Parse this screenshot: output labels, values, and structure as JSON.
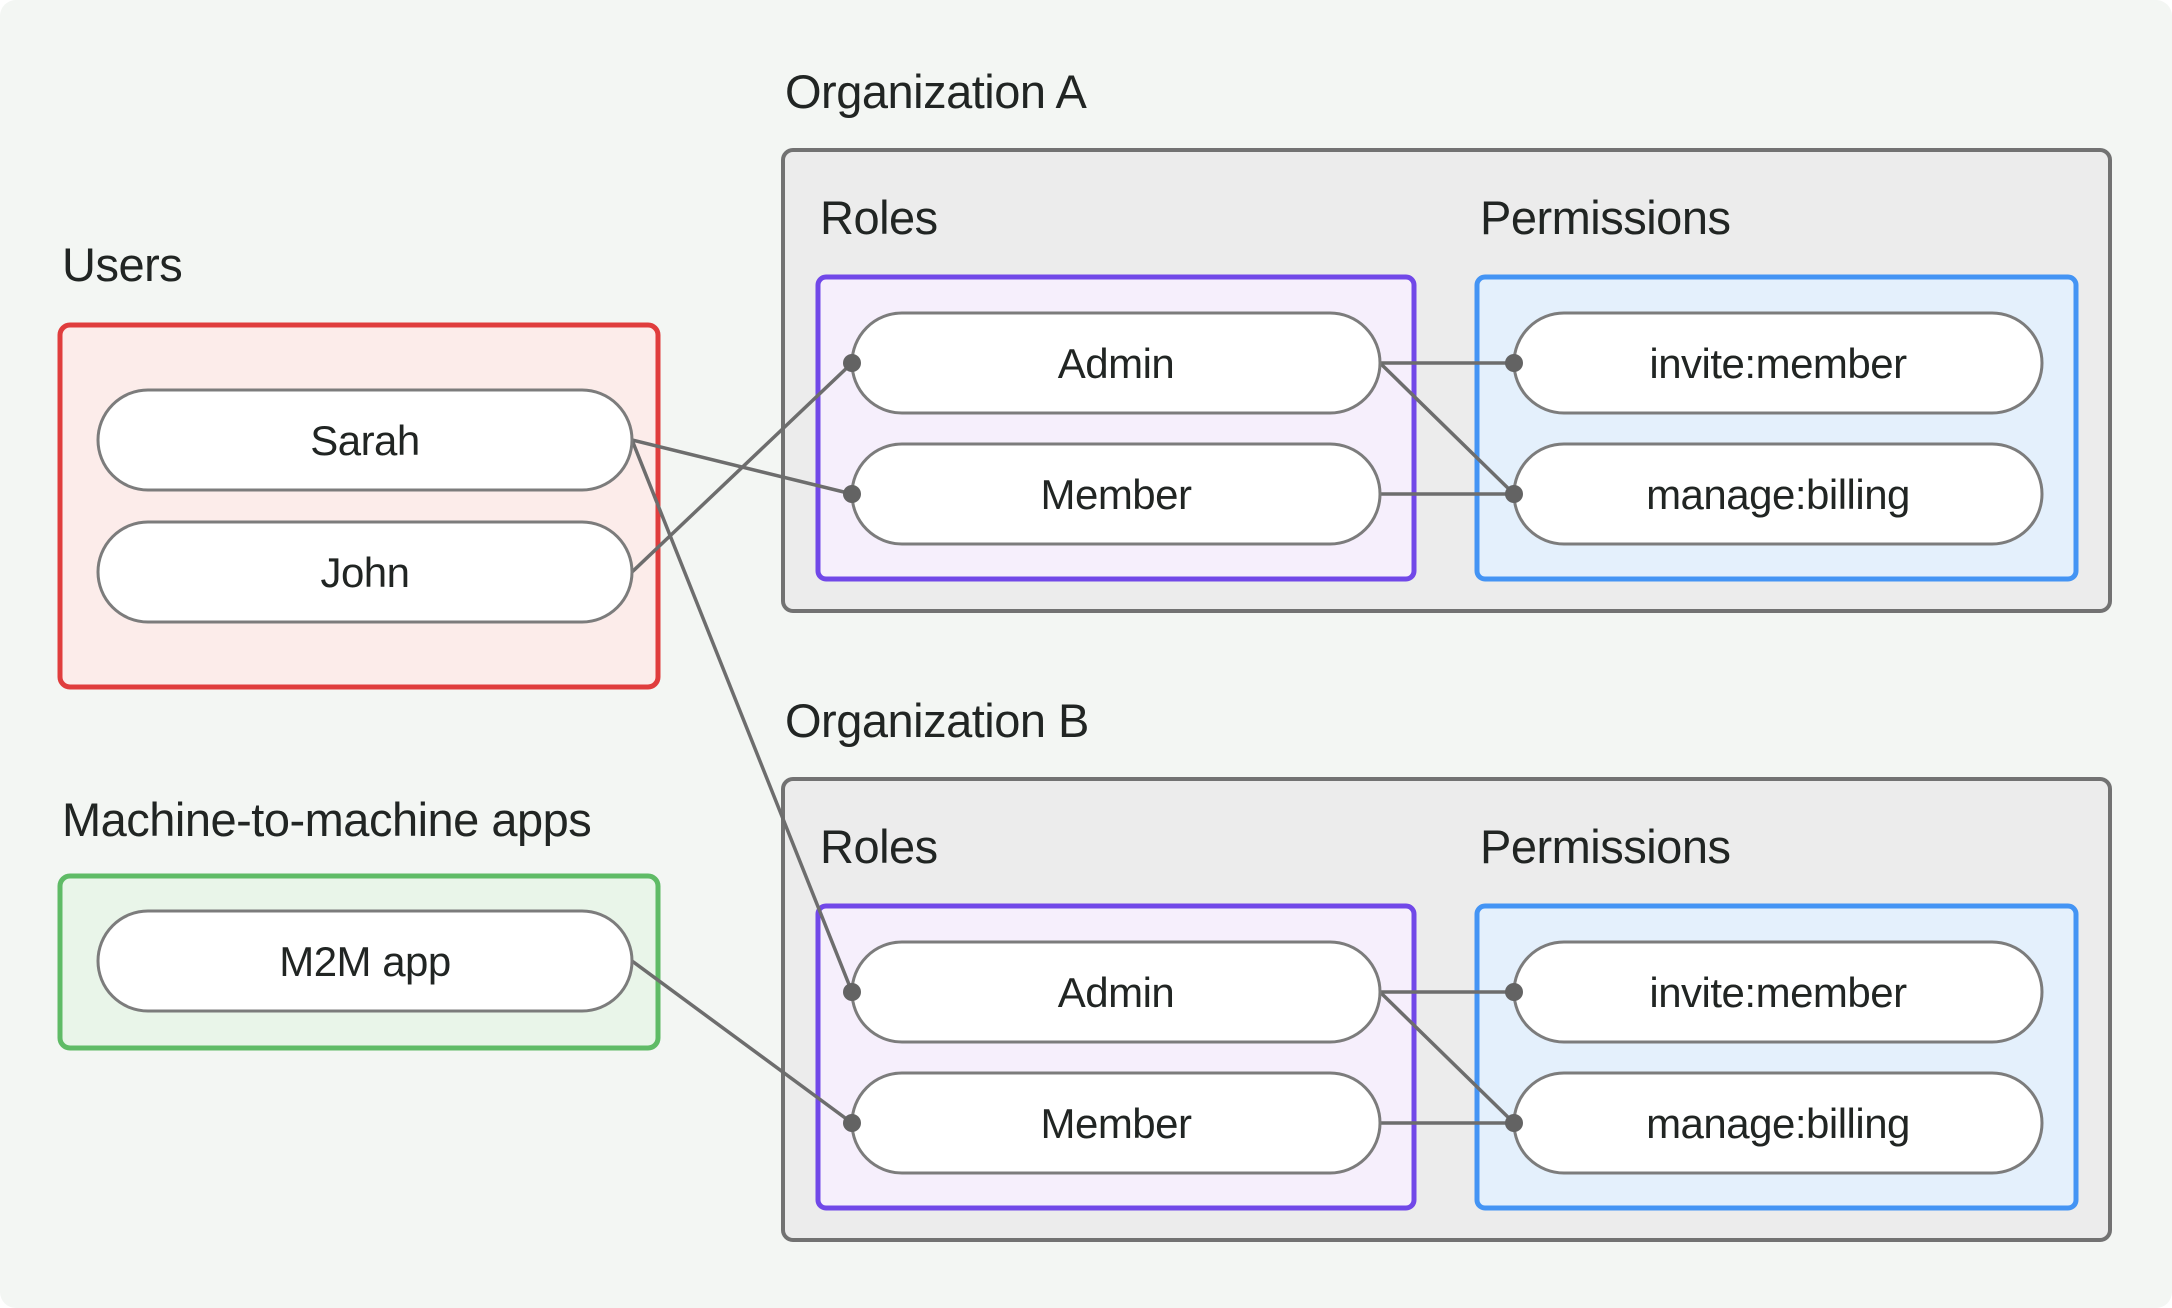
{
  "colors": {
    "page_bg": "#f3f6f3",
    "text_color": "#212523",
    "org_box_fill": "#ececec",
    "org_box_border": "#727272",
    "users_box_fill": "#fcecea",
    "users_box_border": "#e03d3d",
    "m2m_box_fill": "#e9f5e9",
    "m2m_box_border": "#5fbb66",
    "roles_box_fill": "#f6effc",
    "roles_box_border": "#7148e8",
    "permissions_box_fill": "#e4f0fc",
    "permissions_box_border": "#4494f4",
    "pill_fill": "#ffffff",
    "pill_border": "#7c7c7c",
    "edge_color": "#6d6d6d",
    "dot_color": "#636363"
  },
  "sections": {
    "users": {
      "title": "Users",
      "nodes": [
        {
          "id": "sarah",
          "label": "Sarah"
        },
        {
          "id": "john",
          "label": "John"
        }
      ]
    },
    "m2m": {
      "title": "Machine-to-machine apps",
      "nodes": [
        {
          "id": "m2m-app",
          "label": "M2M app"
        }
      ]
    },
    "org_a": {
      "title": "Organization A",
      "roles_label": "Roles",
      "permissions_label": "Permissions",
      "roles": [
        {
          "id": "orgA-admin",
          "label": "Admin"
        },
        {
          "id": "orgA-member",
          "label": "Member"
        }
      ],
      "permissions": [
        {
          "id": "orgA-invite",
          "label": "invite:member"
        },
        {
          "id": "orgA-manage",
          "label": "manage:billing"
        }
      ]
    },
    "org_b": {
      "title": "Organization B",
      "roles_label": "Roles",
      "permissions_label": "Permissions",
      "roles": [
        {
          "id": "orgB-admin",
          "label": "Admin"
        },
        {
          "id": "orgB-member",
          "label": "Member"
        }
      ],
      "permissions": [
        {
          "id": "orgB-invite",
          "label": "invite:member"
        },
        {
          "id": "orgB-manage",
          "label": "manage:billing"
        }
      ]
    }
  },
  "edges": [
    {
      "from": "john",
      "to": "orgA-admin"
    },
    {
      "from": "sarah",
      "to": "orgA-member"
    },
    {
      "from": "sarah",
      "to": "orgB-admin"
    },
    {
      "from": "m2m-app",
      "to": "orgB-member"
    },
    {
      "from": "orgA-admin",
      "to": "orgA-invite"
    },
    {
      "from": "orgA-admin",
      "to": "orgA-manage"
    },
    {
      "from": "orgA-member",
      "to": "orgA-manage"
    },
    {
      "from": "orgB-admin",
      "to": "orgB-invite"
    },
    {
      "from": "orgB-admin",
      "to": "orgB-manage"
    },
    {
      "from": "orgB-member",
      "to": "orgB-manage"
    }
  ]
}
